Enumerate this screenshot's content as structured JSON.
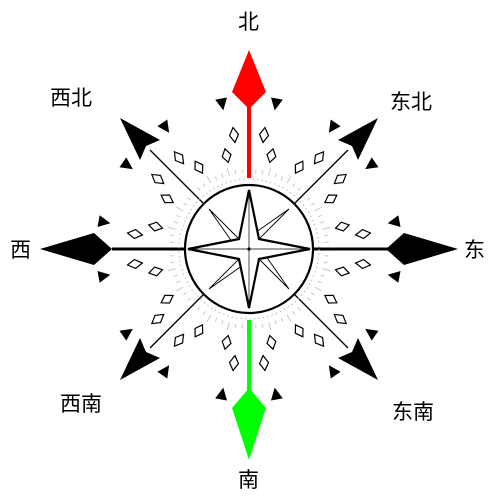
{
  "directions": {
    "n": {
      "label": "北",
      "color": "#ff0000"
    },
    "ne": {
      "label": "东北"
    },
    "e": {
      "label": "东"
    },
    "se": {
      "label": "东南"
    },
    "s": {
      "label": "南",
      "color": "#00ff00"
    },
    "sw": {
      "label": "西南"
    },
    "w": {
      "label": "西"
    },
    "nw": {
      "label": "西北"
    }
  },
  "colors": {
    "needle_north": "#ff0000",
    "needle_south": "#00ff00",
    "ink": "#000000",
    "background": "#ffffff"
  }
}
